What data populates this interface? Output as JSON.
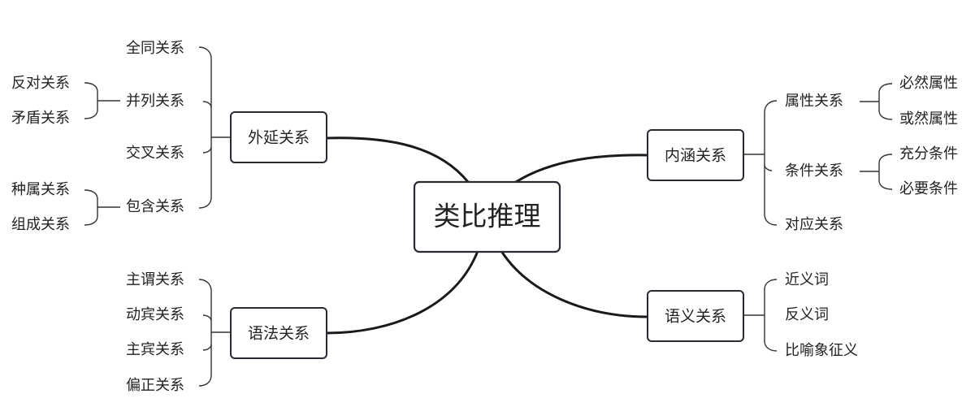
{
  "central": {
    "label": "类比推理"
  },
  "branches": {
    "extension": {
      "label": "外延关系",
      "items": [
        "全同关系",
        "并列关系",
        "交叉关系",
        "包含关系"
      ],
      "parallel_sub": [
        "反对关系",
        "矛盾关系"
      ],
      "containment_sub": [
        "种属关系",
        "组成关系"
      ]
    },
    "grammar": {
      "label": "语法关系",
      "items": [
        "主谓关系",
        "动宾关系",
        "主宾关系",
        "偏正关系"
      ]
    },
    "intension": {
      "label": "内涵关系",
      "items": [
        "属性关系",
        "条件关系",
        "对应关系"
      ],
      "attribute_sub": [
        "必然属性",
        "或然属性"
      ],
      "condition_sub": [
        "充分条件",
        "必要条件"
      ]
    },
    "semantic": {
      "label": "语义关系",
      "items": [
        "近义词",
        "反义词",
        "比喻象征义"
      ]
    }
  }
}
